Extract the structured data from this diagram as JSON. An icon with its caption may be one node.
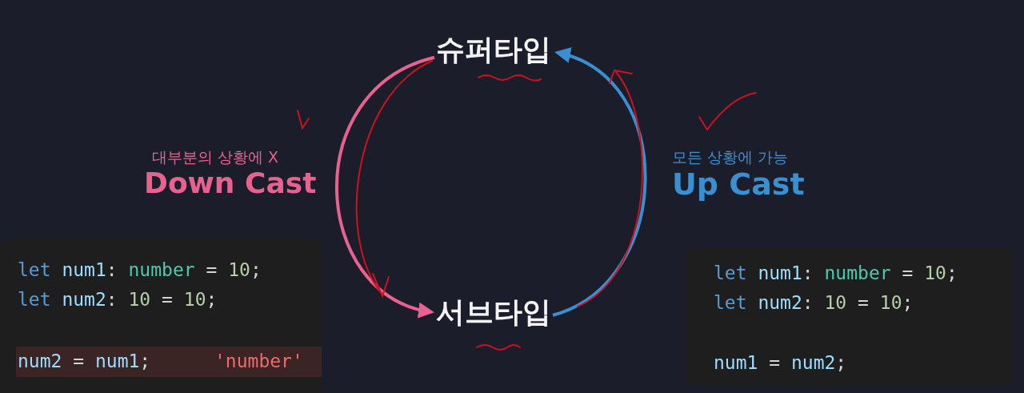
{
  "diagram": {
    "nodes": [
      {
        "text": [
          "슈퍼타입"
        ]
      },
      {
        "text": [
          "서브타입"
        ]
      },
      {
        "text": [
          "let num1: number = 10;",
          "let num2: 10 = 10;",
          "num2 = num1;",
          "'number'"
        ]
      },
      {
        "text": [
          "let num1: number = 10;",
          "let num2: 10 = 10;",
          "num1 = num2;"
        ]
      }
    ],
    "edges": [
      {
        "from": 0,
        "to": 1,
        "arrow": "to",
        "color": "#e8628f"
      },
      {
        "from": 1,
        "to": 0,
        "arrow": "to",
        "color": "#3a8fd0"
      }
    ],
    "labels": [
      "대부분의 상황에 X",
      "Down Cast",
      "모든 상황에 가능",
      "Up Cast"
    ]
  }
}
